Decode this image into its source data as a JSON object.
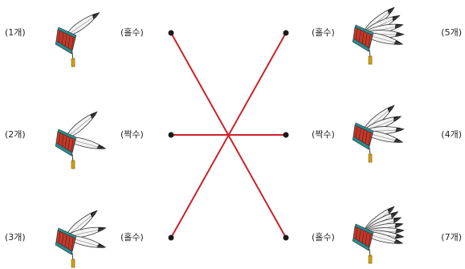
{
  "left_items": [
    {
      "count": "(1개)",
      "parity": "(홀수)",
      "feathers": 1
    },
    {
      "count": "(2개)",
      "parity": "(짝수)",
      "feathers": 2
    },
    {
      "count": "(3개)",
      "parity": "(홀수)",
      "feathers": 3
    }
  ],
  "right_items": [
    {
      "count": "(5개)",
      "parity": "(홀수)",
      "feathers": 5
    },
    {
      "count": "(4개)",
      "parity": "(짝수)",
      "feathers": 4
    },
    {
      "count": "(7개)",
      "parity": "(홀수)",
      "feathers": 7
    }
  ],
  "connections": [
    {
      "from": "left-1",
      "to": "right-3"
    },
    {
      "from": "left-2",
      "to": "right-2"
    },
    {
      "from": "left-3",
      "to": "right-1"
    }
  ],
  "colors": {
    "line": "#cc2229",
    "dot": "#1a1a1a",
    "band_red": "#c0392b",
    "band_teal": "#2a8c8c",
    "feather_tip": "#222222",
    "pendant": "#d4a017"
  },
  "icon": "feather-headdress-icon"
}
